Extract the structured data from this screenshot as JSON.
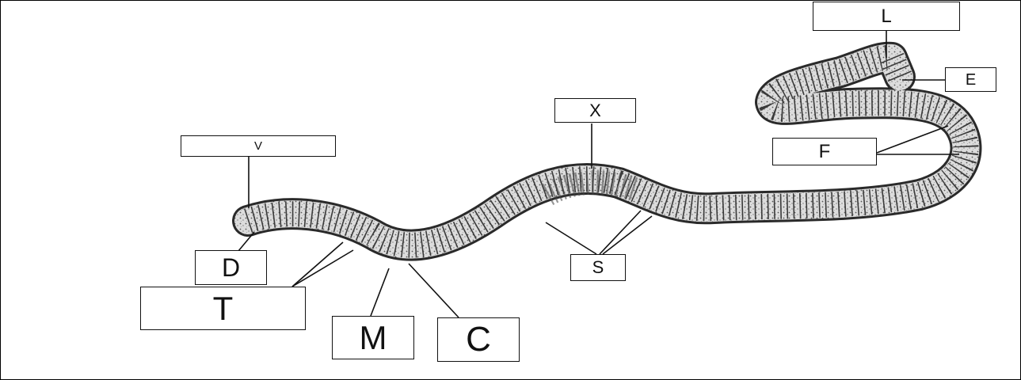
{
  "diagram": {
    "labels": {
      "L": "L",
      "E": "E",
      "X": "X",
      "V": "V",
      "F": "F",
      "D": "D",
      "S": "S",
      "T": "T",
      "M": "M",
      "C": "C"
    },
    "colors": {
      "line": "#111111",
      "worm_fill": "#d9d9d9",
      "ring": "#3a3a3a"
    }
  }
}
